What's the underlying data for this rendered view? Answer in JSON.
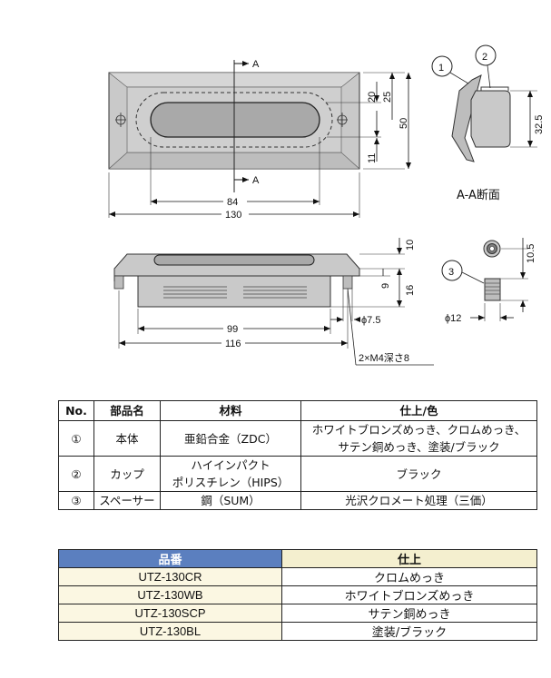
{
  "drawing": {
    "section_marker": "A",
    "section_caption": "A-A断面",
    "dims": {
      "d20": "20",
      "d25": "25",
      "d50": "50",
      "d11": "11",
      "d84": "84",
      "d130": "130",
      "d32_5": "32.5",
      "d10": "10",
      "d9": "9",
      "d16": "16",
      "d99": "99",
      "d116": "116",
      "d7_5": "ϕ7.5",
      "d10_5": "10.5",
      "d12": "ϕ12"
    },
    "screw_note": "2×M4深さ8",
    "callouts": [
      "1",
      "2",
      "3"
    ]
  },
  "spec_table": {
    "headers": [
      "No.",
      "部品名",
      "材料",
      "仕上/色"
    ],
    "rows": [
      {
        "no": "①",
        "part": "本体",
        "material": "亜鉛合金（ZDC）",
        "finish_line1": "ホワイトブロンズめっき、クロムめっき、",
        "finish_line2": "サテン銅めっき、塗装/ブラック"
      },
      {
        "no": "②",
        "part": "カップ",
        "material_line1": "ハイインパクト",
        "material_line2": "ポリスチレン（HIPS）",
        "finish": "ブラック"
      },
      {
        "no": "③",
        "part": "スペーサー",
        "material": "鋼（SUM）",
        "finish": "光沢クロメート処理（三価）"
      }
    ]
  },
  "model_table": {
    "headers": [
      "品番",
      "仕上"
    ],
    "rows": [
      {
        "model": "UTZ-130CR",
        "finish": "クロムめっき"
      },
      {
        "model": "UTZ-130WB",
        "finish": "ホワイトブロンズめっき"
      },
      {
        "model": "UTZ-130SCP",
        "finish": "サテン銅めっき"
      },
      {
        "model": "UTZ-130BL",
        "finish": "塗装/ブラック"
      }
    ]
  },
  "colors": {
    "part_fill": "#c9c9c9",
    "recess_fill": "#a9a9a9",
    "header_blue": "#5b7fbf",
    "cell_cream": "#fbf7e2"
  }
}
